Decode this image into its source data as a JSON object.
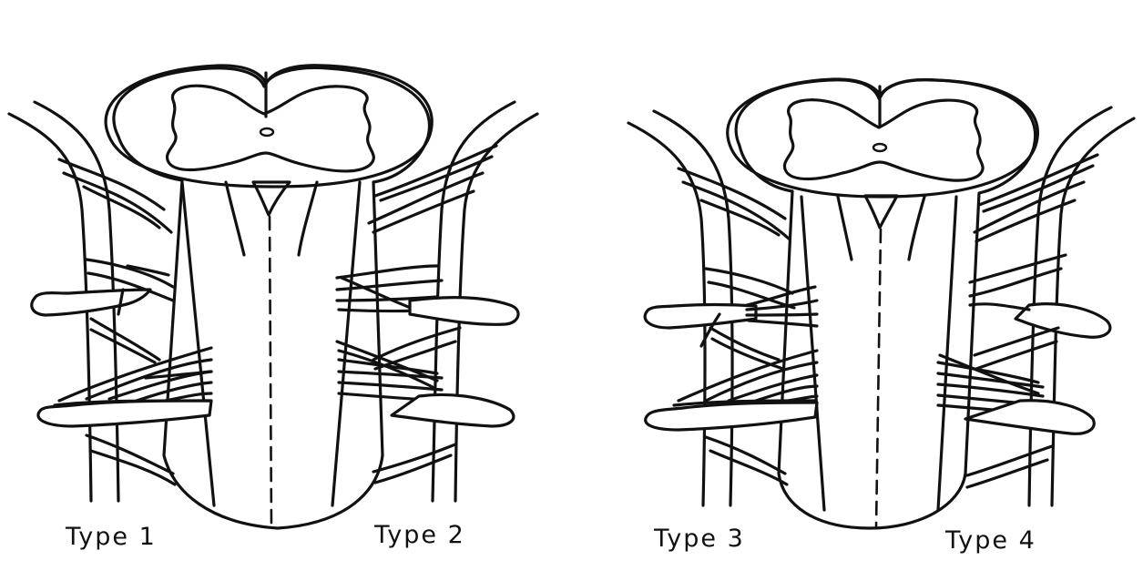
{
  "figure": {
    "labels": {
      "type1": "Type 1",
      "type2": "Type 2",
      "type3": "Type 3",
      "type4": "Type 4"
    }
  }
}
